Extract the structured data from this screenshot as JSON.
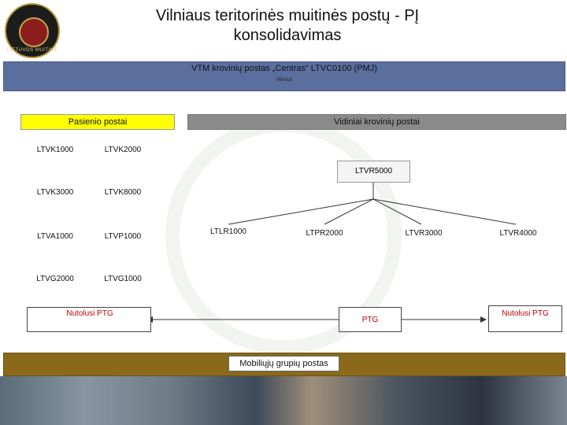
{
  "title": "Vilniaus teritorinės muitinės postų - PĮ konsolidavimas",
  "logo_text": "LIETUVOS MUITINĖ",
  "main_post": {
    "label": "VTM krovinių postas „Centras“ LTVC0100 (PMJ)",
    "location": "Vilnius"
  },
  "headers": {
    "border": "Pasienio postai",
    "inland": "Vidiniai krovinių postai"
  },
  "border_posts": [
    "LTVK1000",
    "LTVK2000",
    "LTVK3000",
    "LTVK8000",
    "LTVA1000",
    "LTVP1000",
    "LTVG2000",
    "LTVG1000"
  ],
  "hub": "LTVR5000",
  "inland_posts": [
    "LTLR1000",
    "LTPR2000",
    "LTVR3000",
    "LTVR4000"
  ],
  "ptg": {
    "remote_left": "Nutolusi PTG",
    "center": "PTG",
    "remote_right": "Nutolusi PTG"
  },
  "mobile": "Mobiliųjų grupių postas",
  "colors": {
    "main_box": "#5a6f9e",
    "border_header": "#ffff00",
    "inland_header": "#8a8a8a",
    "ptg_text": "#c00000",
    "mobile_bar": "#8a6a1a"
  }
}
